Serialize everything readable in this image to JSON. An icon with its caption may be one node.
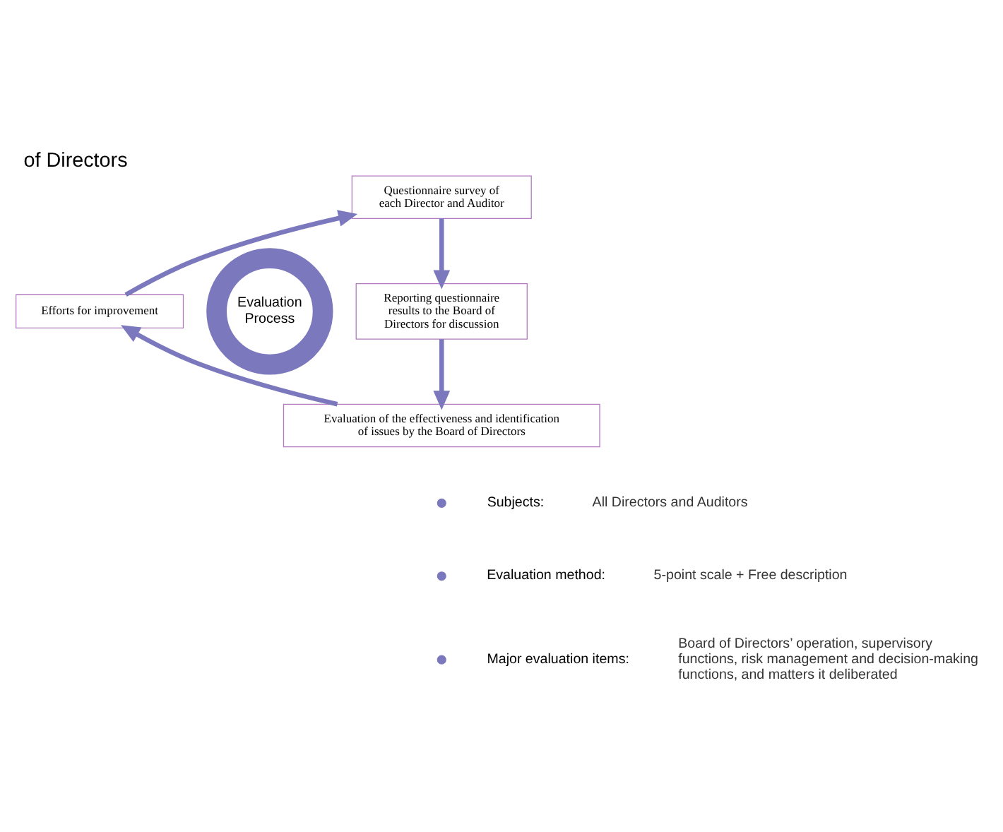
{
  "diagram": {
    "title": "of Directors",
    "nodes": [
      {
        "text": [
          "Questionnaire survey of each Director and Auditor"
        ]
      },
      {
        "text": [
          "Reporting questionnaire results to the Board of Directors for discussion"
        ]
      },
      {
        "text": [
          "Evaluation of the effectiveness and identification of issues by the Board of Directors"
        ]
      },
      {
        "text": [
          "Efforts for improvement"
        ]
      },
      {
        "text": [
          "Evaluation Process"
        ]
      }
    ],
    "edges": [
      {
        "from": 0,
        "to": 1,
        "arrow": "to"
      },
      {
        "from": 1,
        "to": 2,
        "arrow": "to"
      },
      {
        "from": 2,
        "to": 3,
        "arrow": "to"
      },
      {
        "from": 3,
        "to": 0,
        "arrow": "to"
      }
    ],
    "labels": [
      "Subjects:",
      "All Directors and Auditors",
      "Evaluation method:",
      "5-point scale + Free description",
      "Major evaluation items:",
      "Board of Directors’ operation, supervisory functions, risk management and decision-making functions, and matters it deliberated"
    ]
  }
}
